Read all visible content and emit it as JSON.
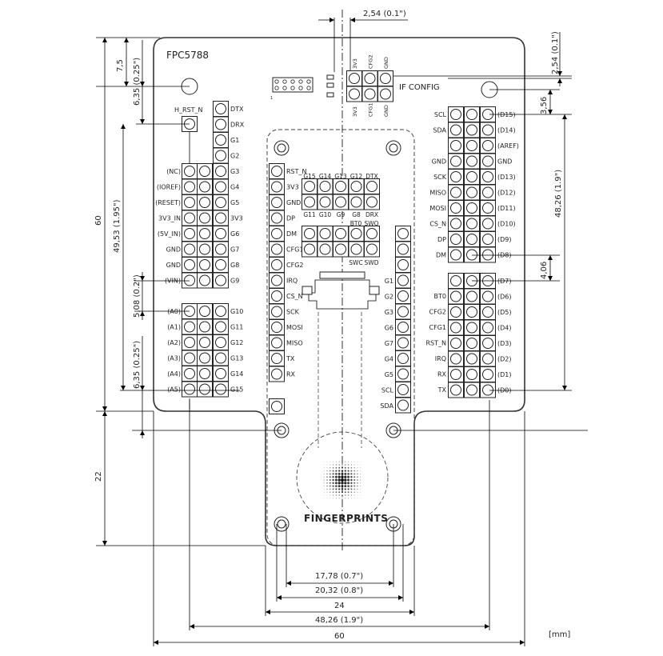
{
  "board": {
    "title": "FPC5788",
    "brand": "FINGERPRINTS",
    "units": "[mm]",
    "if_config": "IF CONFIG",
    "h_rst_n": "H_RST_N"
  },
  "header_top": [
    "3V3",
    "CFG2",
    "GND"
  ],
  "header_bottom": [
    "3V3",
    "CFG1",
    "GND"
  ],
  "pins": {
    "left_mid_col": [
      "DTX",
      "DRX",
      "G1",
      "G2",
      "G3",
      "G4",
      "G5",
      "3V3",
      "G6",
      "G7",
      "G8",
      "G9"
    ],
    "left_outer_col": [
      "(NC)",
      "(IOREF)",
      "(RESET)",
      "3V3_IN",
      "(5V_IN)",
      "GND",
      "GND",
      "(VIN)"
    ],
    "left_lower_right": [
      "G10",
      "G11",
      "G12",
      "G13",
      "G14",
      "G15"
    ],
    "left_lower_left": [
      "(A0)",
      "(A1)",
      "(A2)",
      "(A3)",
      "(A4)",
      "(A5)"
    ],
    "center_left": [
      "RST_N",
      "3V3",
      "GND",
      "DP",
      "DM",
      "CFG1",
      "CFG2",
      "IRQ",
      "CS_N",
      "SCK",
      "MOSI",
      "MISO",
      "TX",
      "RX"
    ],
    "center_right": [
      "G1",
      "G2",
      "G3",
      "G6",
      "G7",
      "G4",
      "G5",
      "SCL",
      "SDA"
    ],
    "grid_top_labels": [
      "G15",
      "G14",
      "G13",
      "G12",
      "DTX"
    ],
    "grid_mid_labels": [
      "G11",
      "G10",
      "G9",
      "G8",
      "DRX"
    ],
    "grid_mid_labels2": [
      "BT0",
      "SWO"
    ],
    "grid_bottom_labels": [
      "SWC",
      "SWD"
    ],
    "right_upper_left": [
      "SCL",
      "SDA",
      "GND",
      "SCK",
      "MISO",
      "MOSI",
      "CS_N",
      "DP",
      "DM"
    ],
    "right_upper_right": [
      "(D15)",
      "(D14)",
      "(AREF)",
      "GND",
      "(D13)",
      "(D12)",
      "(D11)",
      "(D10)",
      "(D9)",
      "(D8)"
    ],
    "right_lower_left": [
      "BT0",
      "CFG2",
      "CFG1",
      "RST_N",
      "IRQ",
      "RX",
      "TX"
    ],
    "right_lower_right": [
      "(D7)",
      "(D6)",
      "(D5)",
      "(D4)",
      "(D3)",
      "(D2)",
      "(D1)",
      "(D0)"
    ]
  },
  "dimensions": {
    "top_pitch": "2,54 (0.1\")",
    "right_top": "2,54 (0.1\")",
    "right_356": "3,56",
    "right_4826": "48,26 (1.9\")",
    "right_406": "4,06",
    "left_75": "7,5",
    "left_635_top": "6,35 (0.25\")",
    "left_60": "60",
    "left_4953": "49,53 (1.95\")",
    "left_508": "5,08 (0.2\")",
    "left_635_bottom": "6,35 (0.25\")",
    "left_22": "22",
    "bottom_1778": "17,78 (0.7\")",
    "bottom_2032": "20,32 (0.8\")",
    "bottom_24": "24",
    "bottom_4826": "48,26 (1.9\")",
    "bottom_60": "60"
  }
}
